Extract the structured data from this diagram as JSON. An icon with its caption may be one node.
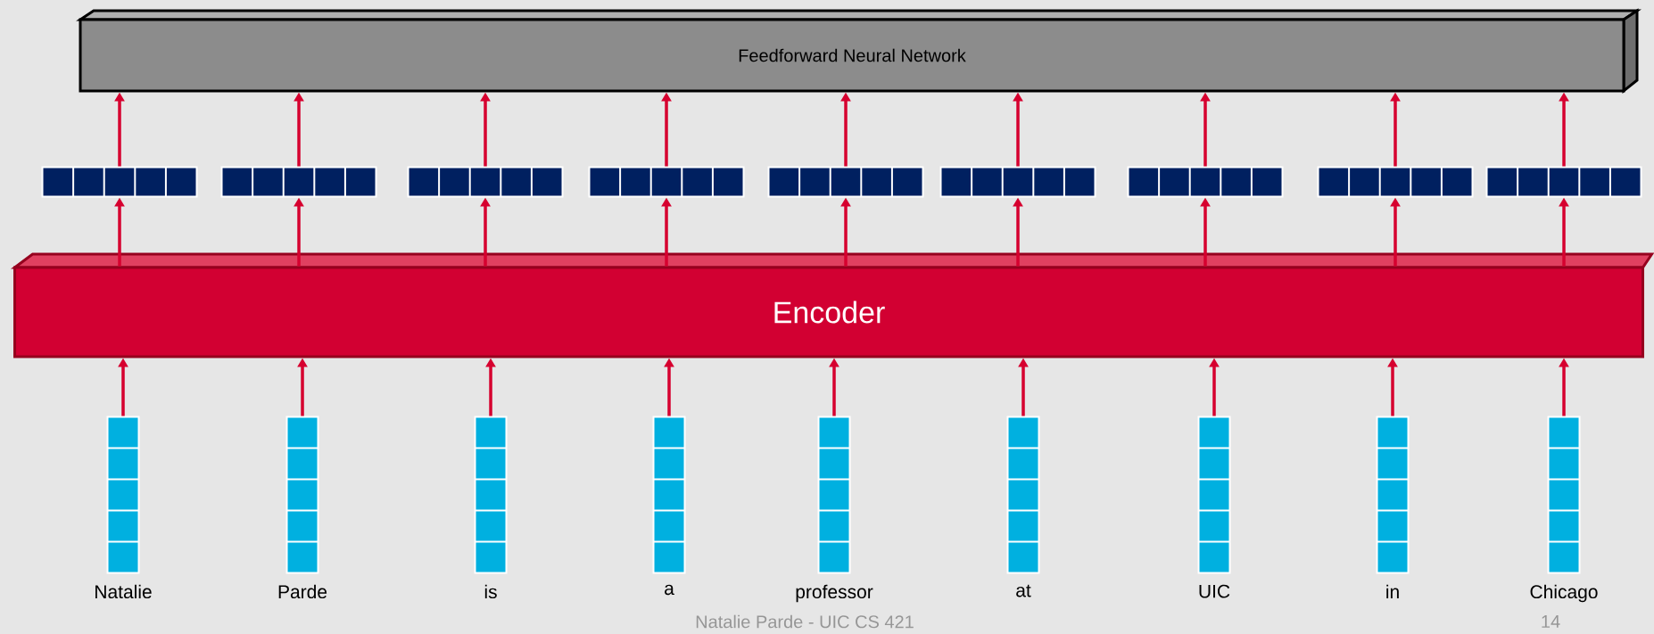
{
  "diagram": {
    "nodes": [
      {
        "text": [
          "Feedforward Neural Network"
        ]
      },
      {
        "text": [],
        "shape": "box"
      },
      {
        "text": [],
        "shape": "box"
      },
      {
        "text": [],
        "shape": "box"
      },
      {
        "text": [],
        "shape": "box"
      },
      {
        "text": [],
        "shape": "box"
      },
      {
        "text": [],
        "shape": "box"
      },
      {
        "text": [],
        "shape": "box"
      },
      {
        "text": [],
        "shape": "box"
      },
      {
        "text": [],
        "shape": "box"
      },
      {
        "text": [
          "Encoder"
        ]
      },
      {
        "text": [],
        "shape": "box",
        "beside": [
          "Natalie"
        ]
      },
      {
        "text": [],
        "shape": "box",
        "beside": [
          "Parde"
        ]
      },
      {
        "text": [],
        "shape": "box",
        "beside": [
          "is"
        ]
      },
      {
        "text": [],
        "shape": "box",
        "beside": [
          "a"
        ]
      },
      {
        "text": [],
        "shape": "box",
        "beside": [
          "professor"
        ]
      },
      {
        "text": [],
        "shape": "box",
        "beside": [
          "at"
        ]
      },
      {
        "text": [],
        "shape": "box",
        "beside": [
          "UIC"
        ]
      },
      {
        "text": [],
        "shape": "box",
        "beside": [
          "in"
        ]
      },
      {
        "text": [],
        "shape": "box",
        "beside": [
          "Chicago"
        ]
      }
    ],
    "edges": [
      {
        "from": 11,
        "to": 10,
        "arrow": "to"
      },
      {
        "from": 12,
        "to": 10,
        "arrow": "to"
      },
      {
        "from": 13,
        "to": 10,
        "arrow": "to"
      },
      {
        "from": 14,
        "to": 10,
        "arrow": "to"
      },
      {
        "from": 15,
        "to": 10,
        "arrow": "to"
      },
      {
        "from": 16,
        "to": 10,
        "arrow": "to"
      },
      {
        "from": 17,
        "to": 10,
        "arrow": "to"
      },
      {
        "from": 18,
        "to": 10,
        "arrow": "to"
      },
      {
        "from": 19,
        "to": 10,
        "arrow": "to"
      },
      {
        "from": 10,
        "to": 1,
        "arrow": "to"
      },
      {
        "from": 10,
        "to": 2,
        "arrow": "to"
      },
      {
        "from": 10,
        "to": 3,
        "arrow": "to"
      },
      {
        "from": 10,
        "to": 4,
        "arrow": "to"
      },
      {
        "from": 10,
        "to": 5,
        "arrow": "to"
      },
      {
        "from": 10,
        "to": 6,
        "arrow": "to"
      },
      {
        "from": 10,
        "to": 7,
        "arrow": "to"
      },
      {
        "from": 10,
        "to": 8,
        "arrow": "to"
      },
      {
        "from": 10,
        "to": 9,
        "arrow": "to"
      },
      {
        "from": 1,
        "to": 0,
        "arrow": "to"
      },
      {
        "from": 2,
        "to": 0,
        "arrow": "to"
      },
      {
        "from": 3,
        "to": 0,
        "arrow": "to"
      },
      {
        "from": 4,
        "to": 0,
        "arrow": "to"
      },
      {
        "from": 5,
        "to": 0,
        "arrow": "to"
      },
      {
        "from": 6,
        "to": 0,
        "arrow": "to"
      },
      {
        "from": 7,
        "to": 0,
        "arrow": "to"
      },
      {
        "from": 8,
        "to": 0,
        "arrow": "to"
      },
      {
        "from": 9,
        "to": 0,
        "arrow": "to"
      }
    ],
    "labels": [
      "Natalie Parde - UIC CS 421",
      "14"
    ]
  }
}
